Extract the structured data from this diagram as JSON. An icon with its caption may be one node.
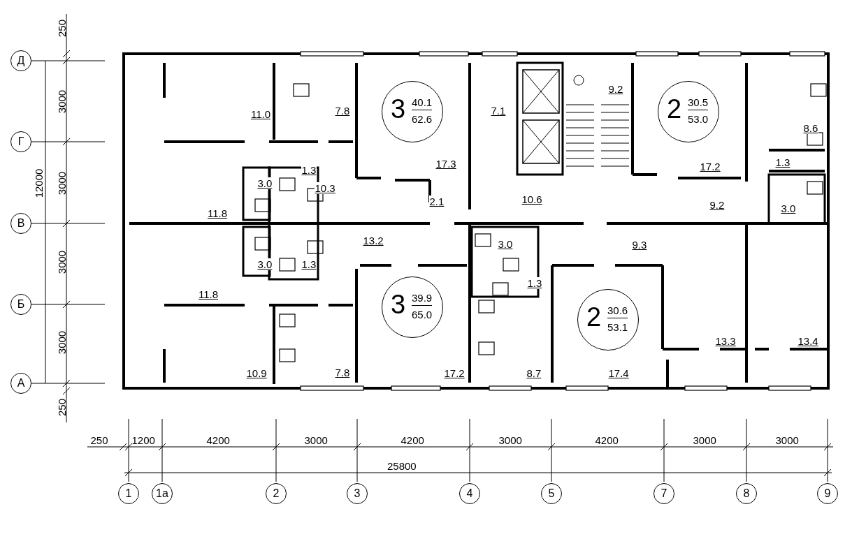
{
  "diagram": {
    "nodes": [
      {
        "text": [
          "Д"
        ]
      },
      {
        "text": [
          "3",
          "40.1",
          "62.6"
        ]
      },
      {
        "text": [
          "2",
          "30.5",
          "53.0"
        ]
      },
      {
        "text": [
          "Г"
        ]
      },
      {
        "text": [
          "В"
        ]
      },
      {
        "text": [
          "Б"
        ]
      },
      {
        "text": [
          "3",
          "39.9",
          "65.0"
        ]
      },
      {
        "text": [
          "2",
          "30.6",
          "53.1"
        ]
      },
      {
        "text": [
          "А"
        ]
      },
      {
        "text": [
          "1"
        ]
      },
      {
        "text": [
          "1а"
        ]
      },
      {
        "text": [
          "2"
        ]
      },
      {
        "text": [
          "3"
        ]
      },
      {
        "text": [
          "4"
        ]
      },
      {
        "text": [
          "5"
        ]
      },
      {
        "text": [
          "7"
        ]
      },
      {
        "text": [
          "8"
        ]
      },
      {
        "text": [
          "9"
        ]
      }
    ],
    "edges": [],
    "labels": [
      "250",
      "3000",
      "12000",
      "3000",
      "3000",
      "3000",
      "250",
      "11.0",
      "7.8",
      "7.1",
      "9.2",
      "8.6",
      "17.3",
      "17.2",
      "3.0",
      "1.3",
      "10.3",
      "1.3",
      "11.8",
      "2.1",
      "10.6",
      "9.2",
      "3.0",
      "13.2",
      "3.0",
      "9.3",
      "3.0",
      "1.3",
      "1.3",
      "11.8",
      "10.9",
      "7.8",
      "17.2",
      "8.7",
      "17.4",
      "13.3",
      "13.4",
      "250",
      "1200",
      "4200",
      "3000",
      "4200",
      "3000",
      "4200",
      "3000",
      "3000",
      "25800"
    ]
  }
}
